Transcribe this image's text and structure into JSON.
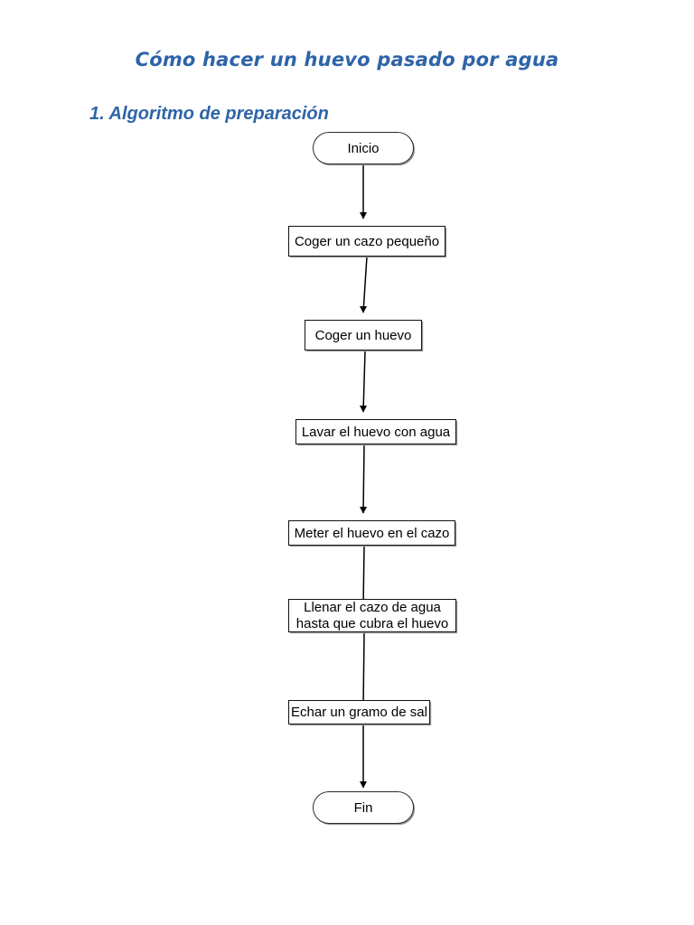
{
  "document": {
    "title": "Cómo hacer un huevo pasado por agua",
    "section_title": "1. Algoritmo de preparación",
    "heading_color": "#2e64a8",
    "background_color": "#ffffff",
    "node_border_color": "#111111",
    "node_text_color": "#000000",
    "connector_color": "#000000"
  },
  "flowchart": {
    "type": "flowchart",
    "orientation": "top-to-bottom",
    "nodes": [
      {
        "id": "inicio",
        "shape": "terminator",
        "label": "Inicio"
      },
      {
        "id": "cazo",
        "shape": "process",
        "label": "Coger un cazo pequeño"
      },
      {
        "id": "huevo",
        "shape": "process",
        "label": "Coger un huevo"
      },
      {
        "id": "lavar",
        "shape": "process",
        "label": "Lavar el huevo con agua"
      },
      {
        "id": "meter",
        "shape": "process",
        "label": "Meter el huevo en el cazo"
      },
      {
        "id": "llenar",
        "shape": "process",
        "label_line1": "Llenar el cazo de agua",
        "label_line2": "hasta que cubra el huevo"
      },
      {
        "id": "sal",
        "shape": "process",
        "label": "Echar un gramo de sal"
      },
      {
        "id": "fin",
        "shape": "terminator",
        "label": "Fin"
      }
    ],
    "edges": [
      {
        "from": "inicio",
        "to": "cazo",
        "arrow": "down"
      },
      {
        "from": "cazo",
        "to": "huevo",
        "arrow": "down"
      },
      {
        "from": "huevo",
        "to": "lavar",
        "arrow": "down"
      },
      {
        "from": "lavar",
        "to": "meter",
        "arrow": "down"
      },
      {
        "from": "meter",
        "to": "llenar",
        "arrow": "down"
      },
      {
        "from": "llenar",
        "to": "sal",
        "arrow": "down"
      },
      {
        "from": "sal",
        "to": "fin",
        "arrow": "down"
      }
    ]
  }
}
